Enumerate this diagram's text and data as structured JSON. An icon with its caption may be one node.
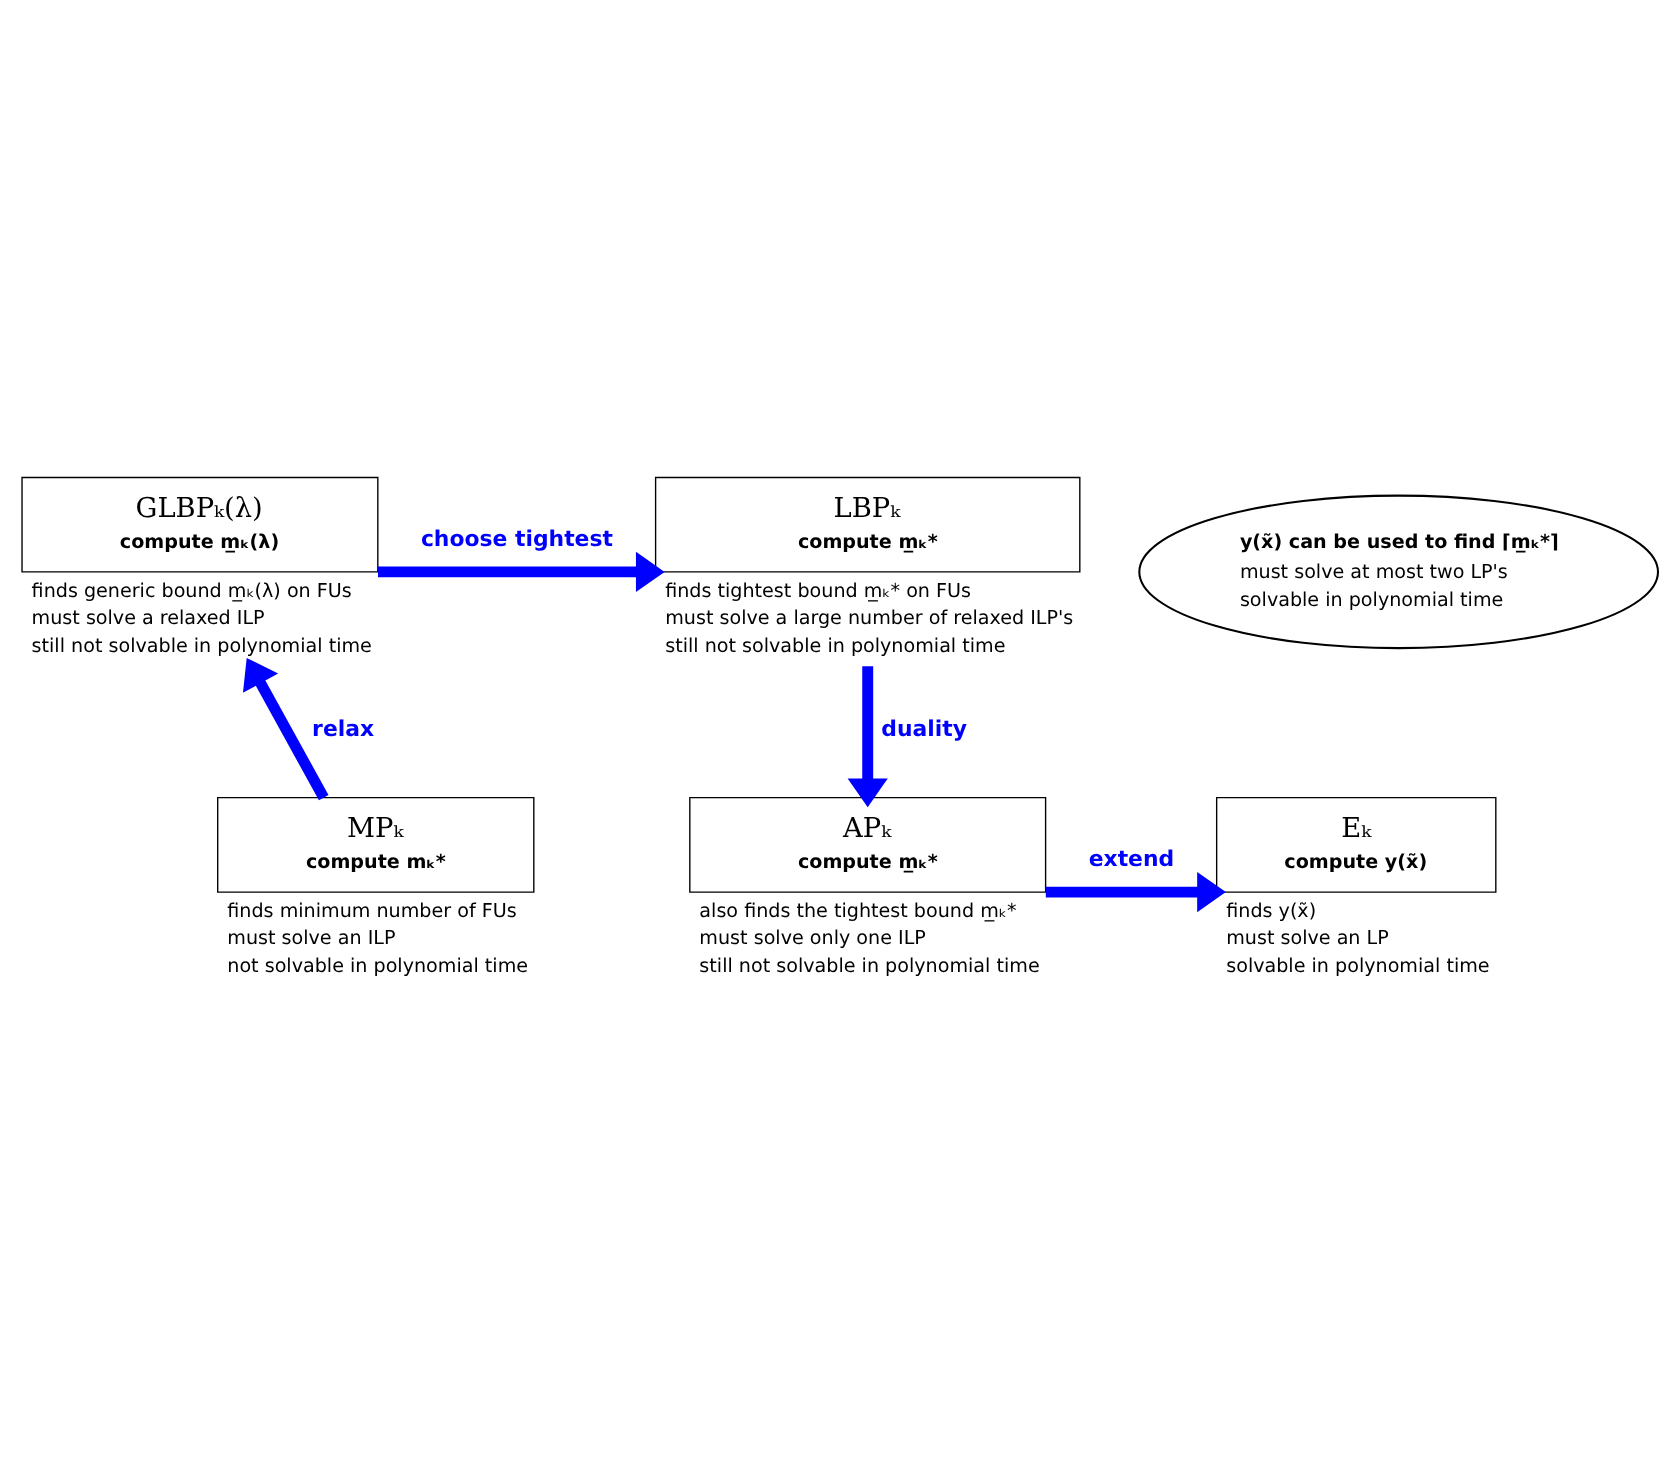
{
  "diagram": {
    "nodes": [
      {
        "text": [
          "MPₖ",
          "compute mₖ*"
        ],
        "beside": [
          "finds minimum number of FUs",
          "must solve an ILP",
          "not solvable in polynomial time"
        ]
      },
      {
        "text": [
          "GLBPₖ(λ)",
          "compute m̲ₖ(λ)"
        ],
        "beside": [
          "finds generic bound m̲ₖ(λ) on FUs",
          "must solve a relaxed ILP",
          "still not solvable in polynomial time"
        ]
      },
      {
        "text": [
          "LBPₖ",
          "compute m̲ₖ*"
        ],
        "beside": [
          "finds tightest bound m̲ₖ* on FUs",
          "must solve a large number of relaxed ILP's",
          "still not solvable in polynomial time"
        ]
      },
      {
        "text": [
          "APₖ",
          "compute m̲ₖ*"
        ],
        "beside": [
          "also finds the tightest bound m̲ₖ*",
          "must solve only one ILP",
          "still not solvable in polynomial time"
        ]
      },
      {
        "text": [
          "Eₖ",
          "compute y(x̃)"
        ],
        "beside": [
          "finds y(x̃)",
          "must solve an LP",
          "solvable in polynomial time"
        ]
      },
      {
        "text": [
          "y(x̃) can be used to find ⌈m̲ₖ*⌉",
          "must solve at most two LP's",
          "solvable in polynomial time"
        ]
      }
    ],
    "edges": [
      {
        "from": 0,
        "to": 1,
        "arrow": "to",
        "label": "relax"
      },
      {
        "from": 1,
        "to": 2,
        "arrow": "to",
        "label": "choose tightest"
      },
      {
        "from": 2,
        "to": 3,
        "arrow": "to",
        "label": "duality"
      },
      {
        "from": 3,
        "to": 4,
        "arrow": "to",
        "label": "extend"
      }
    ]
  }
}
